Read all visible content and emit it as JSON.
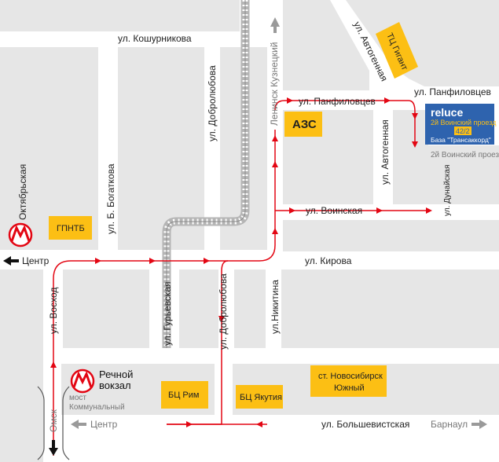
{
  "map": {
    "streets": {
      "koshurnikova": "ул. Кошурникова",
      "dobrolyubova_north": "ул. Добролюбова",
      "leninsk_kuznetsky": "Ленинск Кузнецкий",
      "avtogennaya_diag": "ул. Автогенная",
      "panfilovtsev_right": "ул. Панфиловцев",
      "panfilovtsev_mid": "ул. Панфиловцев",
      "avtogennaya_vertical": "ул. Автогенная",
      "dunayskaya": "ул. Дунайская",
      "voinskaya": "ул. Воинская",
      "b_bogatkova": "ул. Б. Богаткова",
      "oktyabrskaya": "Октябрьская",
      "kirova": "ул. Кирова",
      "voskhod": "ул. Восход",
      "guryevskaya": "ул. Гурьевская",
      "dobrolyubova_south": "ул. Добролюбова",
      "nikitina": "ул.Никитина",
      "bolshevistskaya": "ул. Большевистская"
    },
    "directions": {
      "center_left": "Центр",
      "center_bottom": "Центр",
      "barnaul": "Барнаул",
      "omsk": "Омск"
    },
    "poi": {
      "tc_gigant": "ТЦ Гигант",
      "azs": "АЗС",
      "gpntb": "ГПНТБ",
      "bc_rim": "БЦ Рим",
      "bc_yakutiya": "БЦ Якутия",
      "novosibirsk_yuzhny_line1": "ст. Новосибирск",
      "novosibirsk_yuzhny_line2": "Южный",
      "rechnoy_line1": "Речной",
      "rechnoy_line2": "вокзал",
      "most_line1": "мост",
      "most_line2": "Коммунальный",
      "second_voinsky": "2й Воинский проезд"
    },
    "destination": {
      "brand": "reluce",
      "address_line": "2й Воинский проезд",
      "number": "42/2",
      "base": "База \"Трансаккорд\""
    },
    "colors": {
      "route": "#e30613",
      "poi_fill": "#fcbf14",
      "block_fill": "#e6e6e6",
      "road": "#ffffff",
      "brand_blue": "#2e63ae"
    }
  }
}
